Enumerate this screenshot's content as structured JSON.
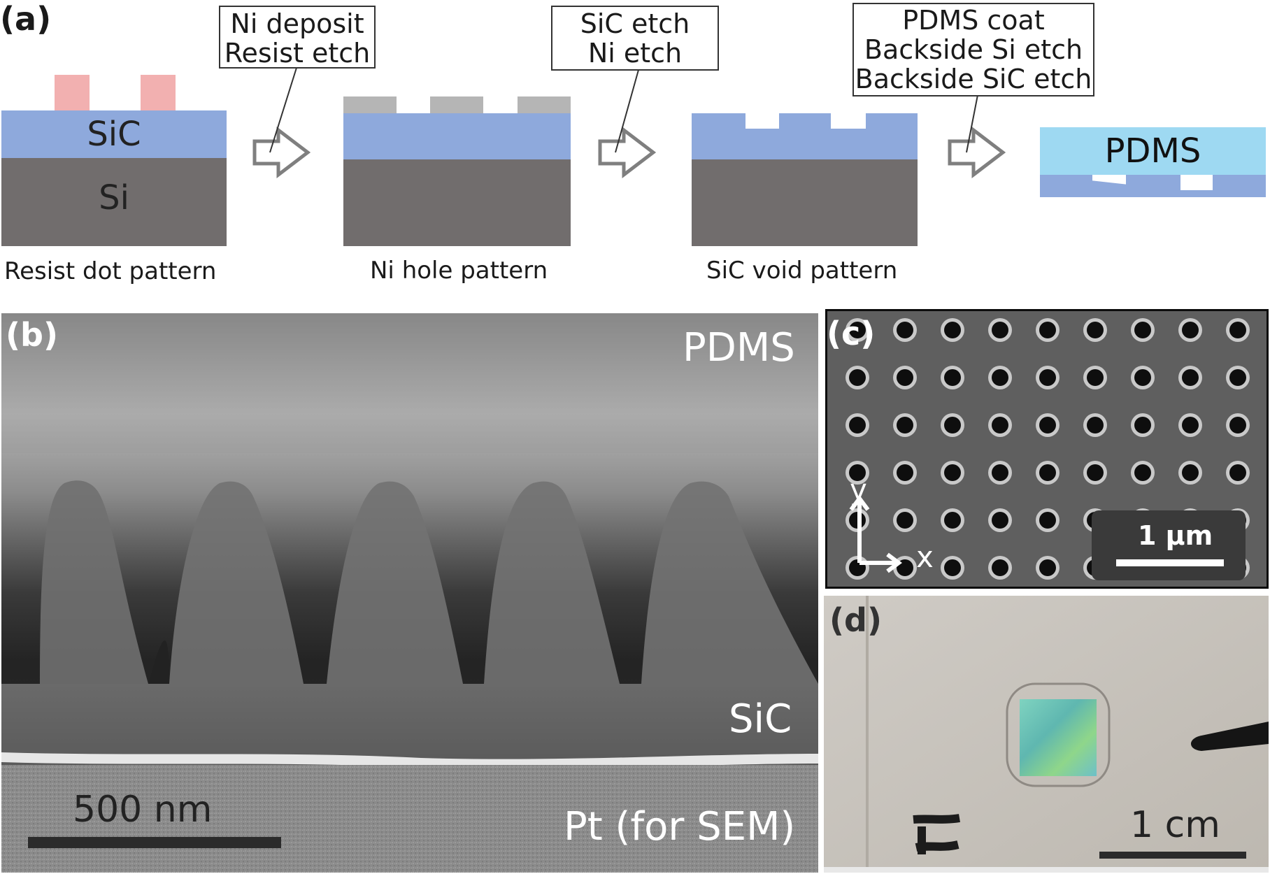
{
  "panel_a": {
    "label": "(a)",
    "layers": {
      "sic": "SiC",
      "si": "Si",
      "pdms": "PDMS"
    },
    "steps": [
      {
        "caption": "Resist dot pattern"
      },
      {
        "caption": "Ni hole pattern"
      },
      {
        "caption": "SiC void pattern"
      }
    ],
    "callouts": [
      {
        "lines": [
          "Ni deposit",
          "Resist etch"
        ]
      },
      {
        "lines": [
          "SiC etch",
          "Ni etch"
        ]
      },
      {
        "lines": [
          "PDMS coat",
          "Backside Si etch",
          "Backside SiC etch"
        ]
      }
    ]
  },
  "panel_b": {
    "label": "(b)",
    "labels": {
      "pdms": "PDMS",
      "sic": "SiC",
      "pt": "Pt (for SEM)"
    },
    "scalebar": "500 nm"
  },
  "panel_c": {
    "label": "(c)",
    "scalebar": "1 µm",
    "axis_y": "y",
    "axis_x": "x"
  },
  "panel_d": {
    "label": "(d)",
    "scalebar": "1 cm"
  },
  "colors": {
    "resist": "#f2b0b0",
    "sic": "#8ea9dc",
    "si": "#716d6d",
    "ni": "#b5b5b5",
    "pdms": "#9ed9f2",
    "arrow": "#7f7f7f"
  }
}
